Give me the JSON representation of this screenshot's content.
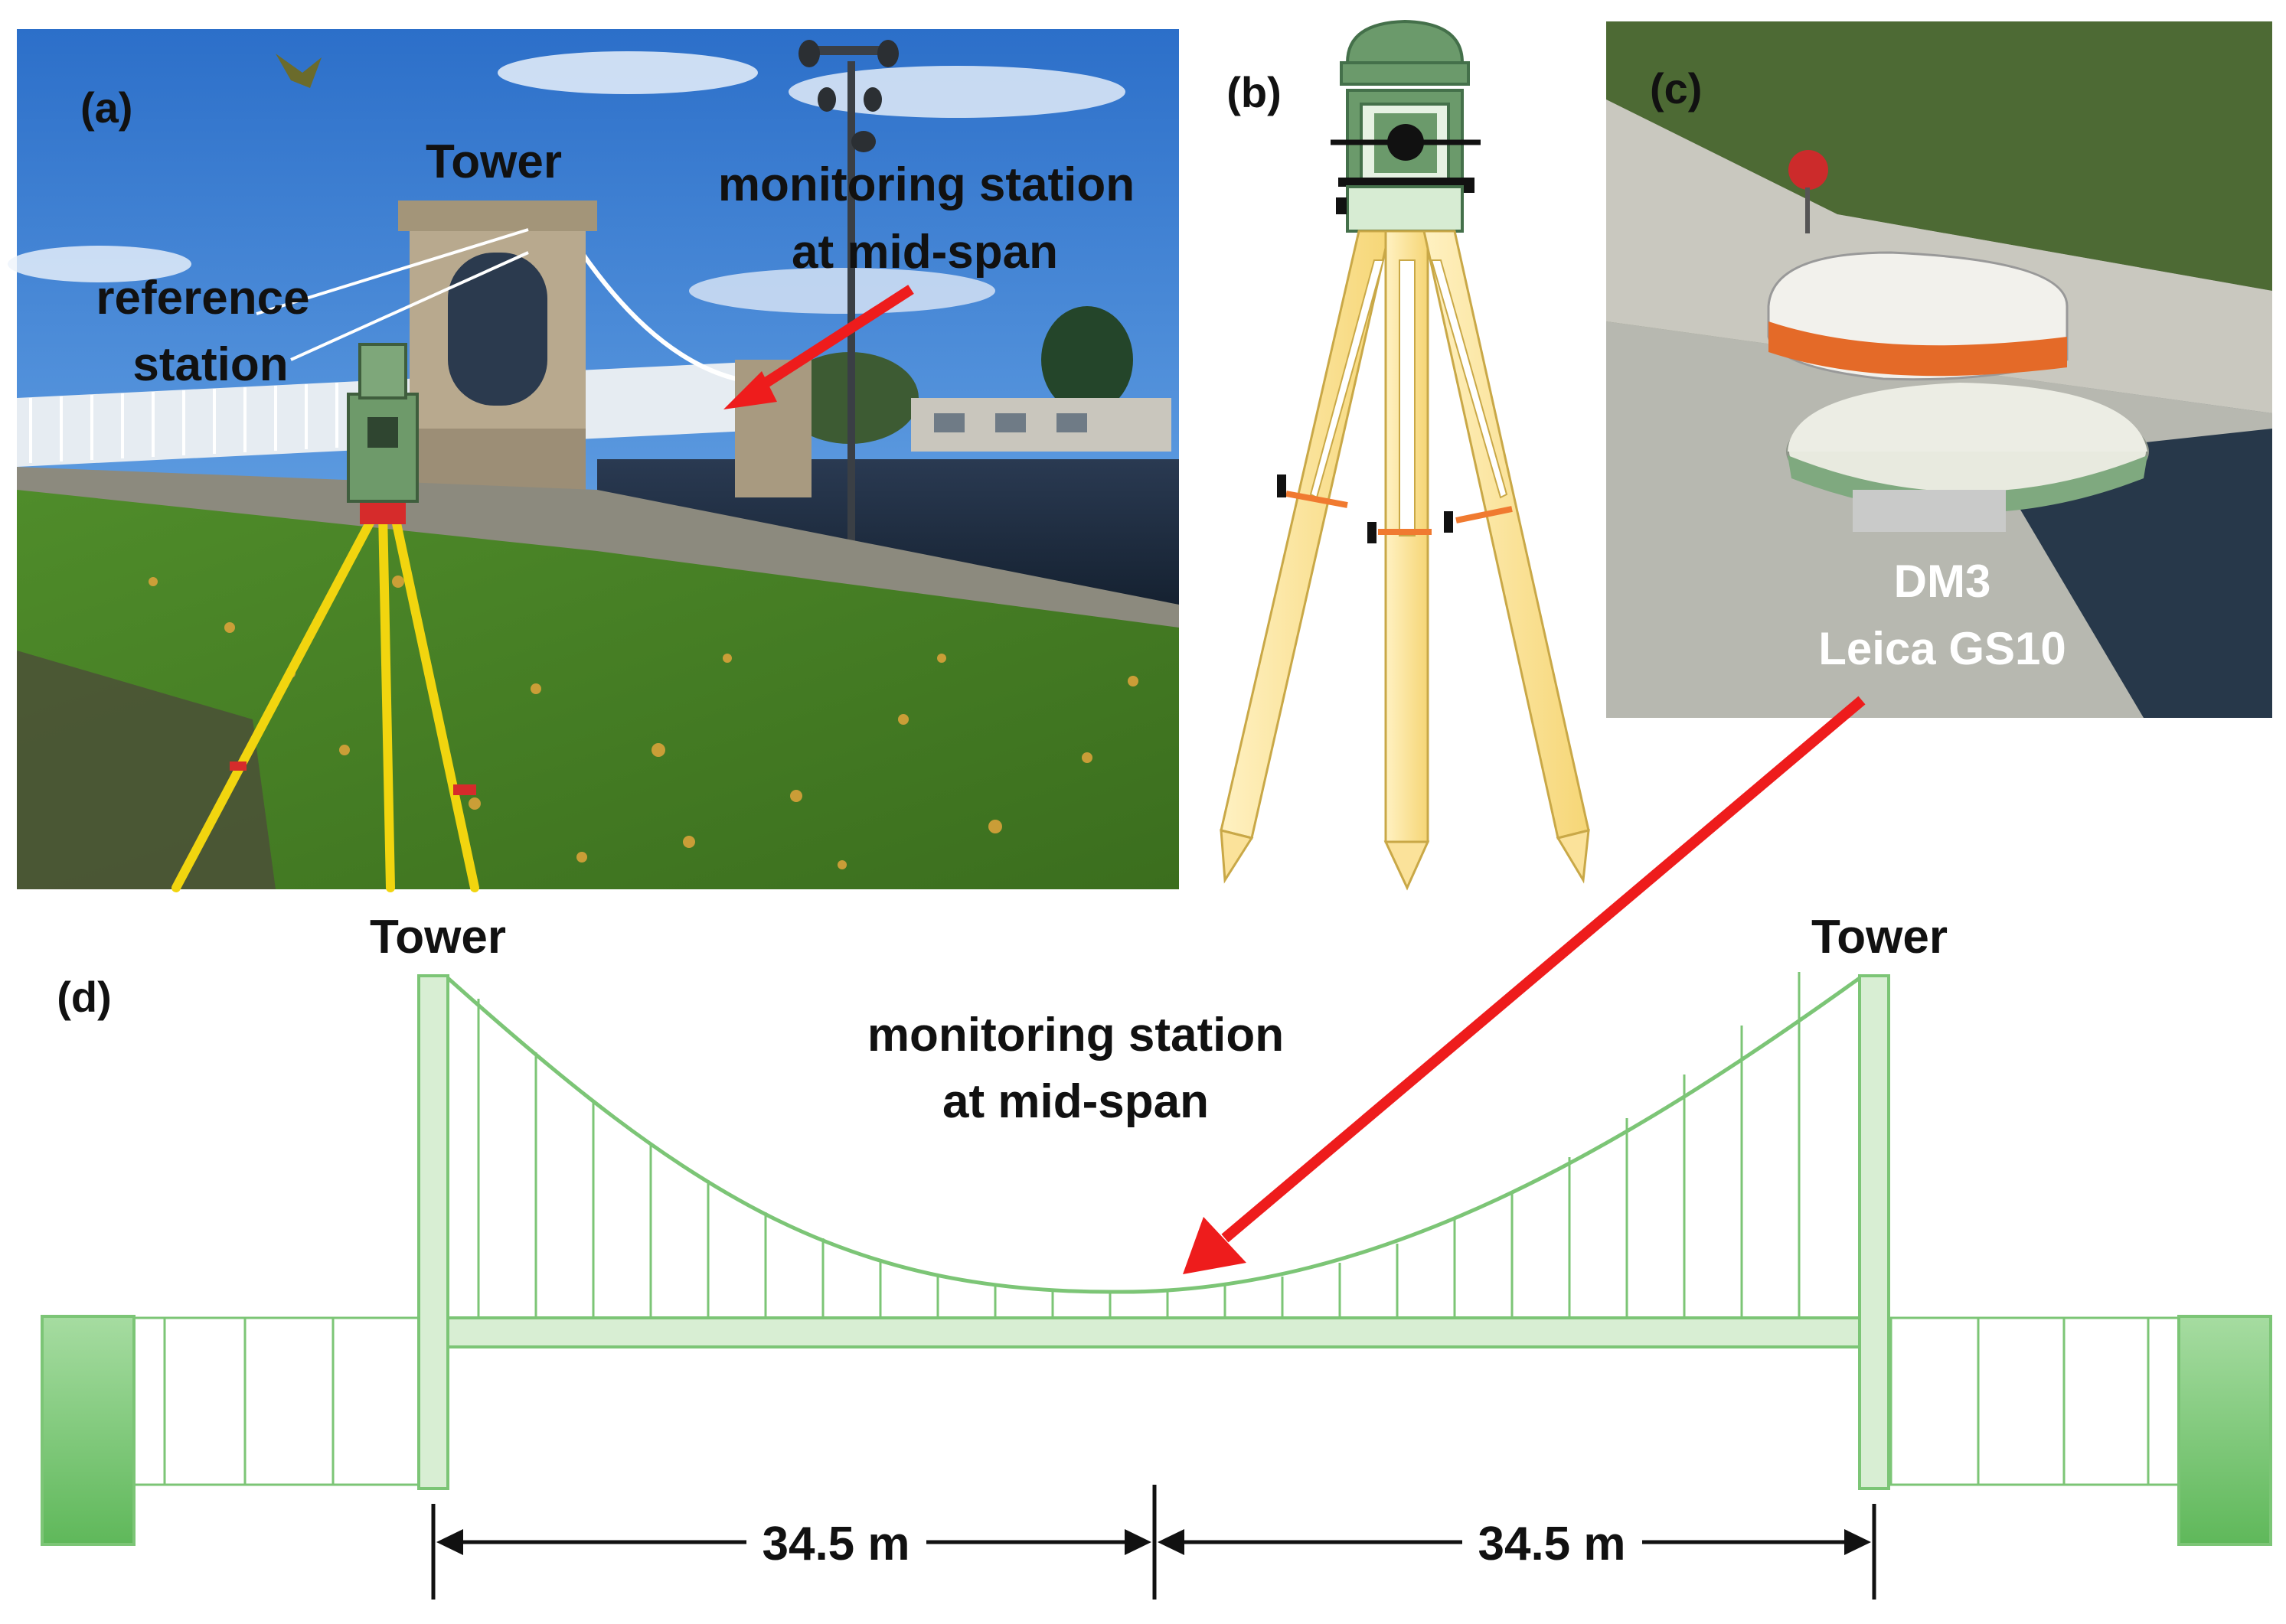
{
  "panels": {
    "a": {
      "label": "(a)",
      "tower": "Tower",
      "reference_line1": "reference",
      "reference_line2": "station",
      "monitoring_line1": "monitoring station",
      "monitoring_line2": "at mid-span"
    },
    "b": {
      "label": "(b)"
    },
    "c": {
      "label": "(c)",
      "device_line1": "DM3",
      "device_line2": "Leica GS10"
    },
    "d": {
      "label": "(d)",
      "tower_left": "Tower",
      "tower_right": "Tower",
      "monitoring_line1": "monitoring station",
      "monitoring_line2": "at mid-span",
      "span_left": "34.5 m",
      "span_right": "34.5 m"
    }
  },
  "colors": {
    "diagram_green": "#7cc576",
    "diagram_fill": "#d8eed3",
    "abutment_fill": "#8fd08a",
    "arrow_red": "#ee1c1c",
    "tripod_yellow": "#fde9a3",
    "tripod_edge": "#c9a847",
    "instrument_green": "#6b9a6b"
  }
}
